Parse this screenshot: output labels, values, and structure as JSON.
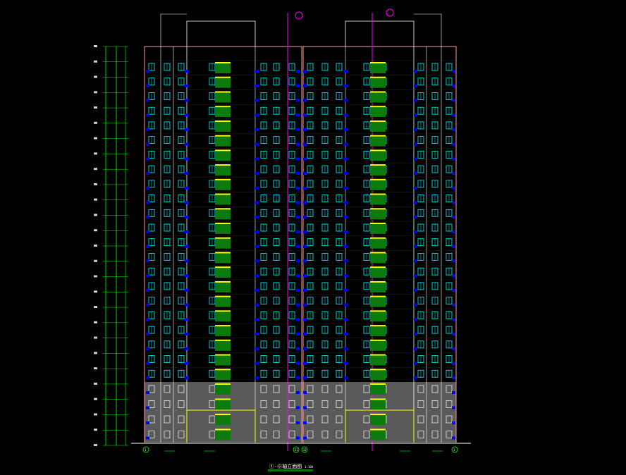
{
  "drawing": {
    "title": "①-⑥轴立面图",
    "scale": "1:100",
    "floors_total": 26,
    "floors_upper": 22,
    "floors_base": 4,
    "axis_labels": [
      "1",
      "21",
      "22",
      "1"
    ],
    "colors": {
      "background": "#000000",
      "outline_magenta": "#ff00ff",
      "outline_pink": "#ff9a9a",
      "glass_cyan": "#00ffff",
      "ac_blue": "#0000ff",
      "balcony_green": "#0c7a0c",
      "rail_yellow": "#ffff00",
      "dim_green": "#00ff00",
      "base_gray": "#5a5a5a",
      "frame_white": "#ffffff"
    }
  }
}
